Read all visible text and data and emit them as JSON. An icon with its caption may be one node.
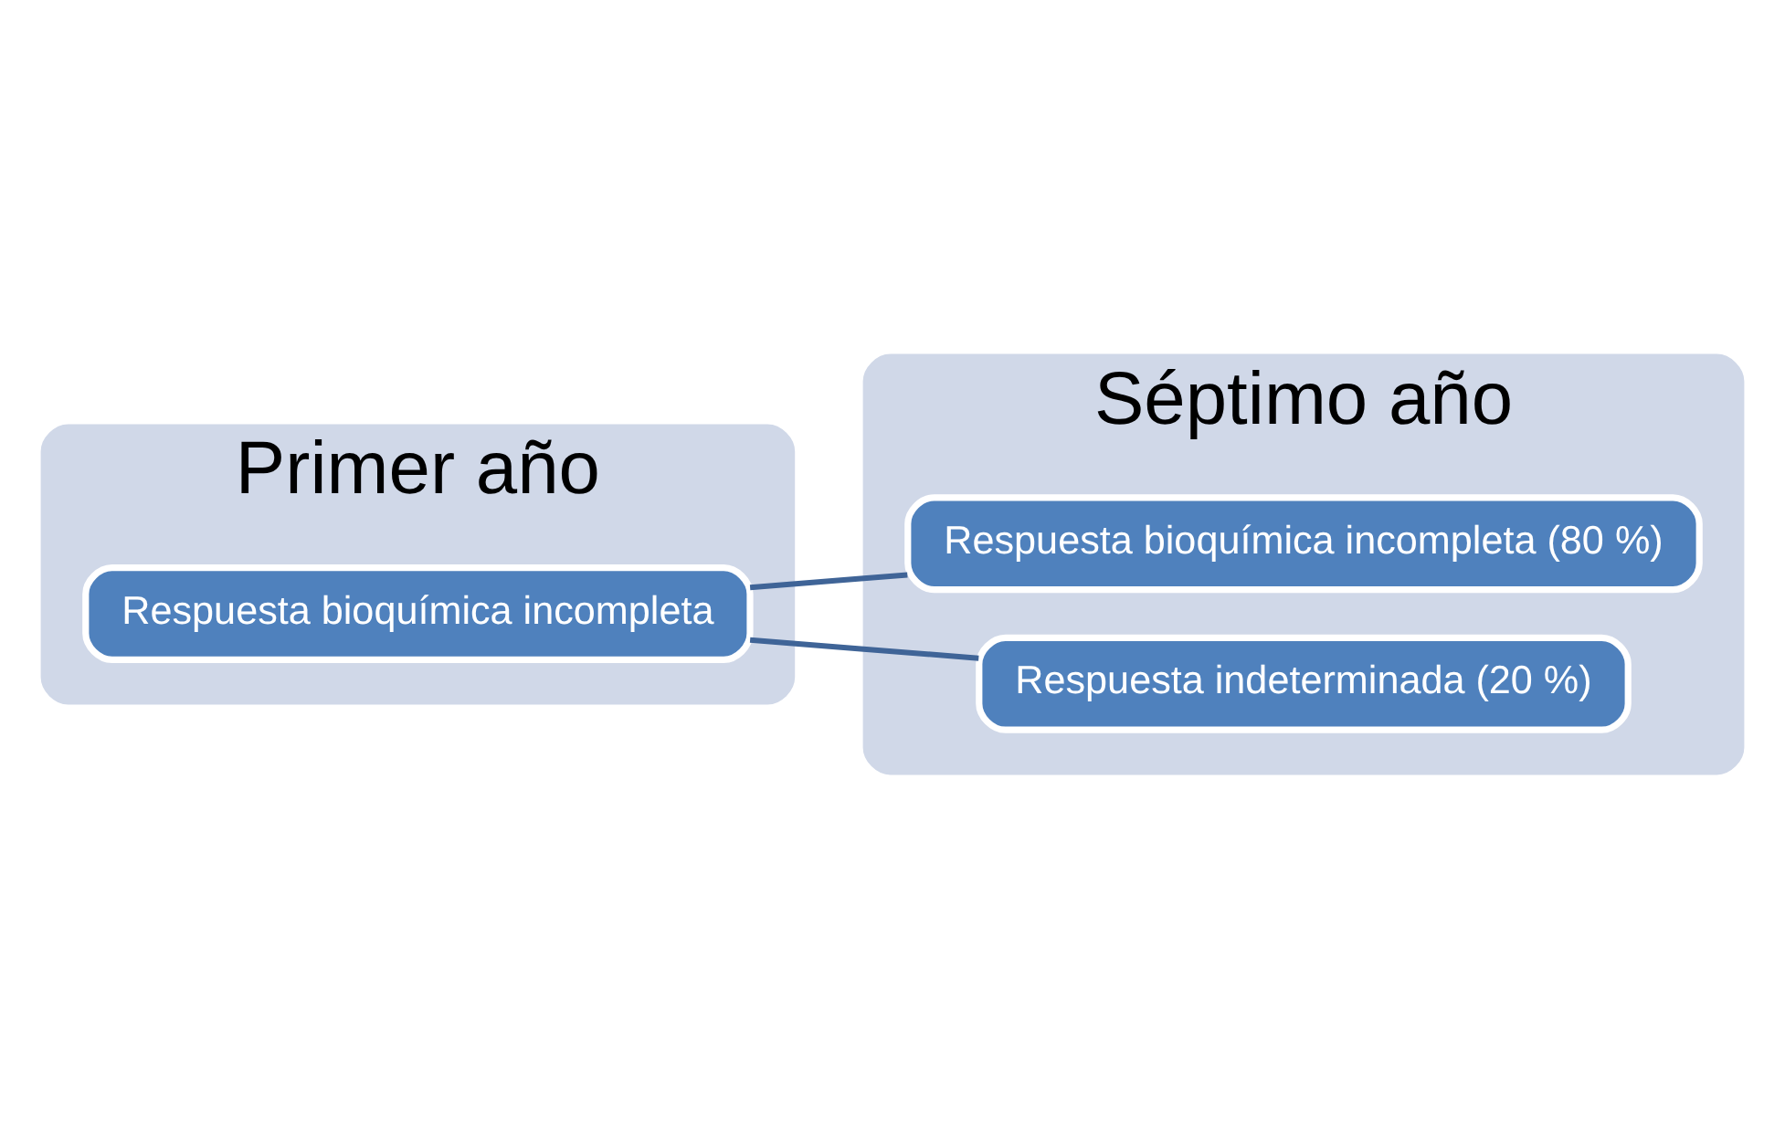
{
  "diagram": {
    "nodes": [
      {
        "text": [
          "Primer año"
        ]
      },
      {
        "text": [
          "Respuesta bioquímica incompleta"
        ],
        "in": 0
      },
      {
        "text": [
          "Séptimo año"
        ]
      },
      {
        "text": [
          "Respuesta bioquímica incompleta (80 %)"
        ],
        "in": 2
      },
      {
        "text": [
          "Respuesta indeterminada (20 %)"
        ],
        "in": 2
      }
    ],
    "edges": [
      {
        "from": 1,
        "to": 3,
        "arrow": "none"
      },
      {
        "from": 1,
        "to": 4,
        "arrow": "none"
      }
    ]
  }
}
